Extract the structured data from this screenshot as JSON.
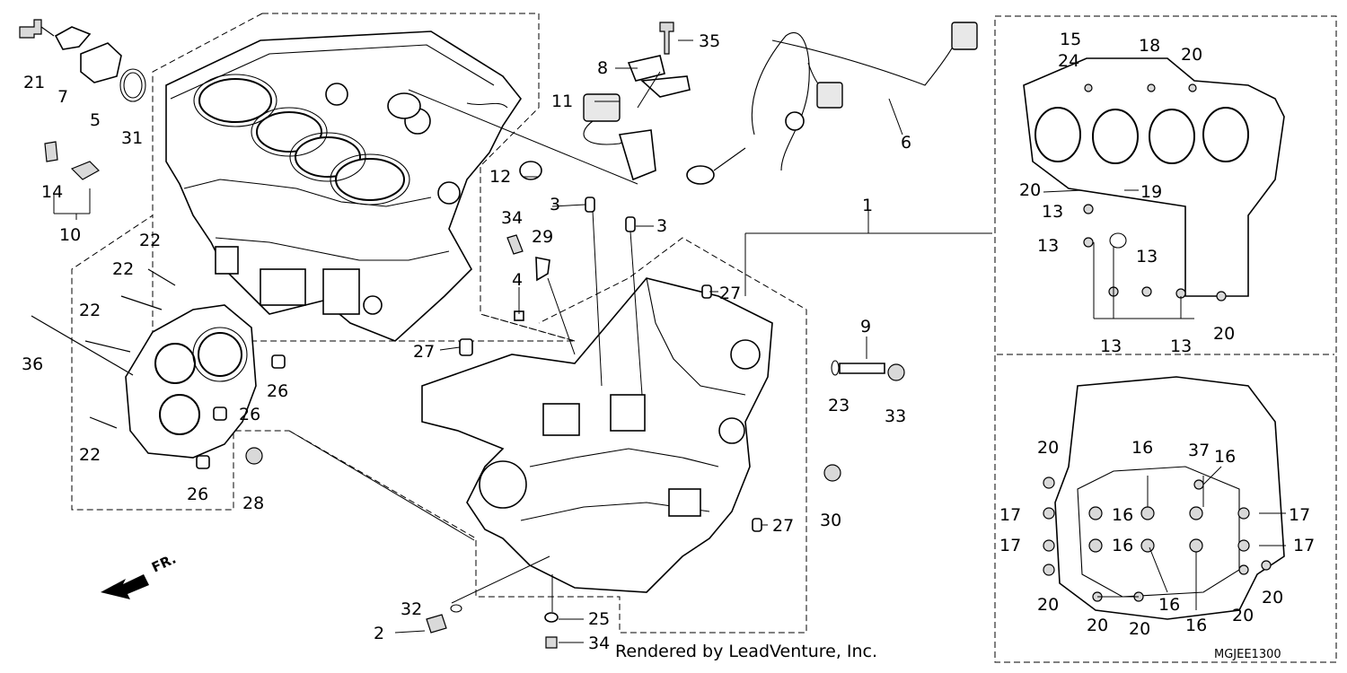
{
  "credit": "Rendered by LeadVenture, Inc.",
  "diagram_code": "MGJEE1300",
  "front_indicator": "FR.",
  "callouts": {
    "c1": "1",
    "c2": "2",
    "c3a": "3",
    "c3b": "3",
    "c4": "4",
    "c5": "5",
    "c6": "6",
    "c7": "7",
    "c8": "8",
    "c9": "9",
    "c10": "10",
    "c11": "11",
    "c12": "12",
    "c14": "14",
    "c21": "21",
    "c22a": "22",
    "c22b": "22",
    "c22c": "22",
    "c22d": "22",
    "c23": "23",
    "c25": "25",
    "c26a": "26",
    "c26b": "26",
    "c26c": "26",
    "c27a": "27",
    "c27b": "27",
    "c27c": "27",
    "c28": "28",
    "c29": "29",
    "c30": "30",
    "c31": "31",
    "c32": "32",
    "c33": "33",
    "c34a": "34",
    "c34b": "34",
    "c35": "35",
    "c36": "36"
  },
  "upper_view_callouts": {
    "u15": "15",
    "u24": "24",
    "u18": "18",
    "u20a": "20",
    "u20b": "20",
    "u19": "19",
    "u13a": "13",
    "u13b": "13",
    "u13c": "13",
    "u13d": "13",
    "u13e": "13",
    "u20c": "20"
  },
  "lower_view_callouts": {
    "l20a": "20",
    "l16a": "16",
    "l37": "37",
    "l16b": "16",
    "l17a": "17",
    "l16c": "16",
    "l17b": "17",
    "l17c": "17",
    "l16d": "16",
    "l17d": "17",
    "l20b": "20",
    "l20c": "20",
    "l20d": "20",
    "l16e": "16",
    "l16f": "16",
    "l20e": "20",
    "l20f": "20"
  }
}
